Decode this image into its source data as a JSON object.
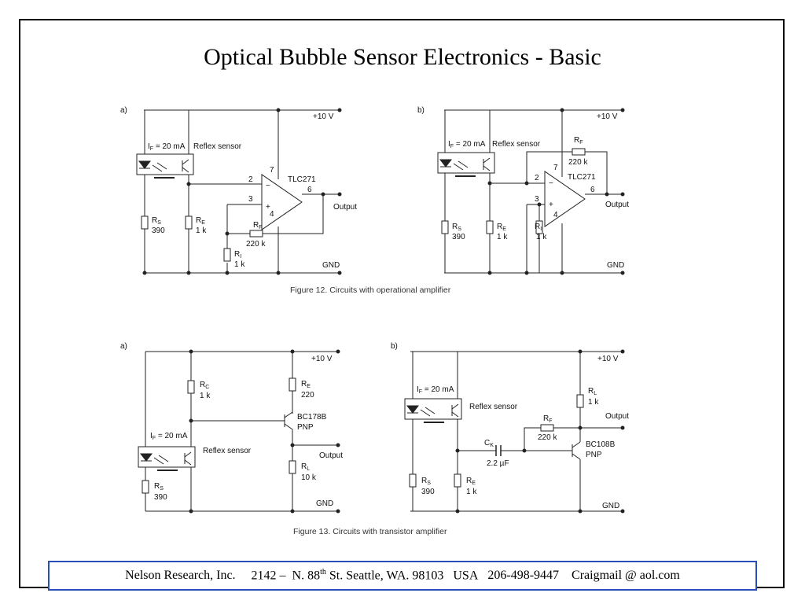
{
  "title": "Optical Bubble Sensor Electronics - Basic",
  "fig12": {
    "a": {
      "panel": "a)",
      "vcc": "+10 V",
      "gnd": "GND",
      "if": "I",
      "if_sub": "F",
      "if_val": " = 20 mA",
      "sensor": "Reflex sensor",
      "opamp": "TLC271",
      "pin2": "2",
      "pin3": "3",
      "pin4": "4",
      "pin6": "6",
      "pin7": "7",
      "output": "Output",
      "rs": "R",
      "rs_sub": "S",
      "rs_val": "390",
      "re": "R",
      "re_sub": "E",
      "re_val": "1 k",
      "rf": "R",
      "rf_sub": "F",
      "rf_val": "220 k",
      "ri": "R",
      "ri_sub": "I",
      "ri_val": "1 k"
    },
    "b": {
      "panel": "b)",
      "vcc": "+10 V",
      "gnd": "GND",
      "if": "I",
      "if_sub": "F",
      "if_val": " = 20 mA",
      "sensor": "Reflex sensor",
      "opamp": "TLC271",
      "pin2": "2",
      "pin3": "3",
      "pin4": "4",
      "pin6": "6",
      "pin7": "7",
      "output": "Output",
      "rs": "R",
      "rs_sub": "S",
      "rs_val": "390",
      "re": "R",
      "re_sub": "E",
      "re_val": "1 k",
      "rf": "R",
      "rf_sub": "F",
      "rf_val": "220 k",
      "ri": "R",
      "ri_sub": "I",
      "ri_val": "1 k"
    },
    "caption": "Figure 12.  Circuits with operational amplifier"
  },
  "fig13": {
    "a": {
      "panel": "a)",
      "vcc": "+10 V",
      "gnd": "GND",
      "if": "I",
      "if_sub": "F",
      "if_val": " = 20 mA",
      "sensor": "Reflex sensor",
      "rc": "R",
      "rc_sub": "C",
      "rc_val": "1 k",
      "re": "R",
      "re_sub": "E",
      "re_val": "220",
      "q": "BC178B",
      "q_type": "PNP",
      "output": "Output",
      "rl": "R",
      "rl_sub": "L",
      "rl_val": "10 k",
      "rs": "R",
      "rs_sub": "S",
      "rs_val": "390"
    },
    "b": {
      "panel": "b)",
      "vcc": "+10 V",
      "gnd": "GND",
      "if": "I",
      "if_sub": "F",
      "if_val": " = 20 mA",
      "sensor": "Reflex sensor",
      "rl": "R",
      "rl_sub": "L",
      "rl_val": "1 k",
      "output": "Output",
      "rf": "R",
      "rf_sub": "F",
      "rf_val": "220 k",
      "ck": "C",
      "ck_sub": "K",
      "ck_val": "2.2 µF",
      "q": "BC108B",
      "q_type": "PNP",
      "rs": "R",
      "rs_sub": "S",
      "rs_val": "390",
      "re": "R",
      "re_sub": "E",
      "re_val": "1 k"
    },
    "caption": "Figure 13.  Circuits with transistor amplifier"
  },
  "footer": {
    "company": "Nelson Research, Inc.",
    "address_a": "2142 –  N. 88",
    "address_sup": "th",
    "address_b": " St. Seattle, WA. 98103   USA",
    "phone": "206-498-9447",
    "email": "Craigmail @ aol.com"
  }
}
